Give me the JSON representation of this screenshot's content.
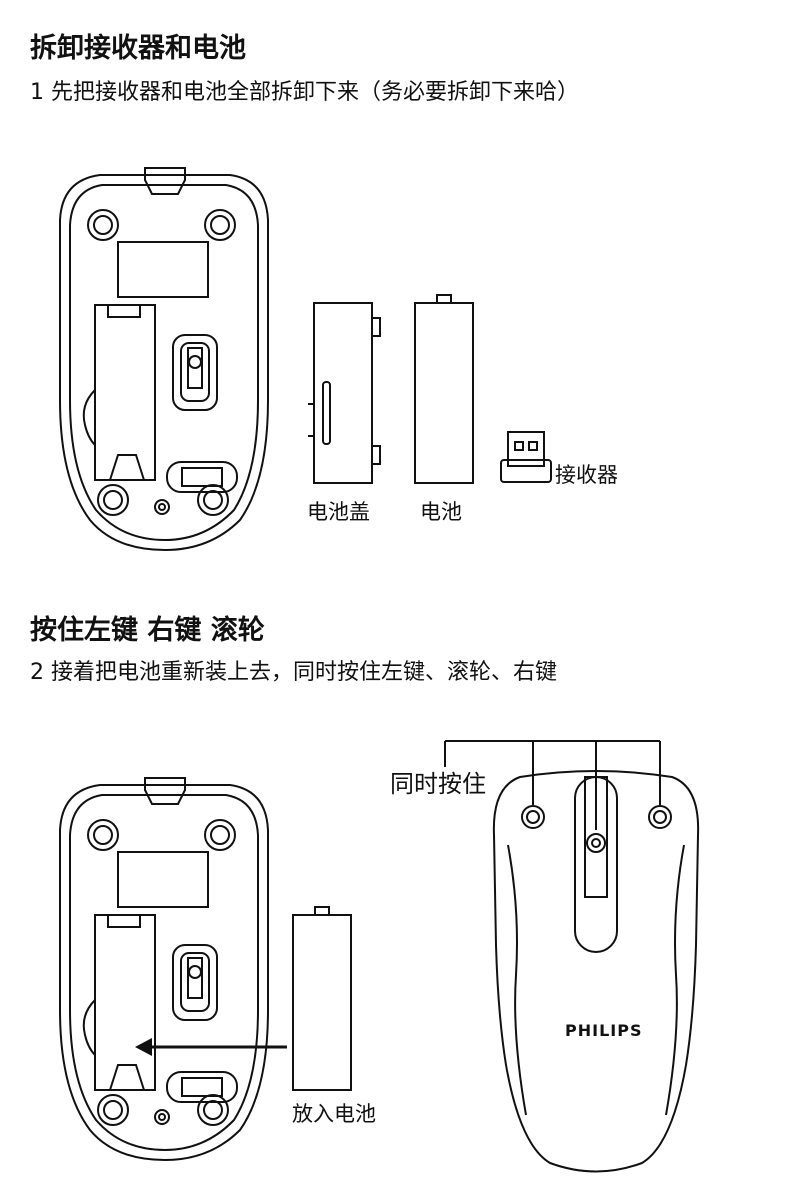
{
  "section1": {
    "title": "拆卸接收器和电池",
    "step": "1 先把接收器和电池全部拆卸下来（务必要拆卸下来哈）",
    "labels": {
      "battery_cover": "电池盖",
      "battery": "电池",
      "receiver": "接收器"
    }
  },
  "section2": {
    "title": "按住左键 右键 滚轮",
    "step": "2 接着把电池重新装上去，同时按住左键、滚轮、右键",
    "labels": {
      "insert_battery": "放入电池",
      "press_together": "同时按住"
    },
    "brand": "PHILIPS"
  },
  "colors": {
    "line": "#111111",
    "background": "#ffffff"
  }
}
